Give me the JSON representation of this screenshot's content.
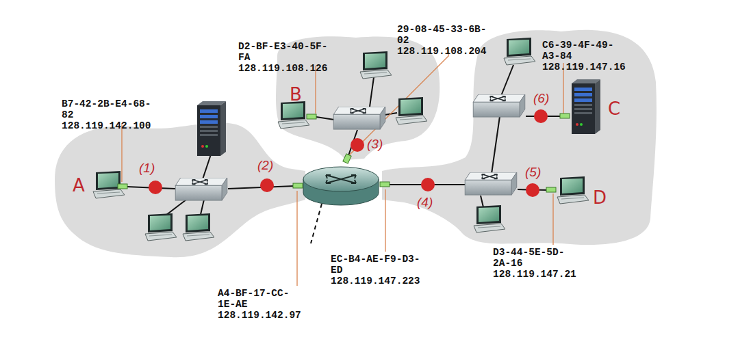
{
  "diagram": {
    "nodes": [
      {
        "text": [
          "A"
        ]
      },
      {
        "text": [
          "B"
        ]
      },
      {
        "text": [
          "C"
        ]
      },
      {
        "text": [
          "D"
        ]
      }
    ],
    "labels": [
      "B7-42-2B-E4-68-82 128.119.142.100",
      "D2-BF-E3-40-5F-FA 128.119.108.126",
      "29-08-45-33-6B-02 128.119.108.204",
      "C6-39-4F-49-A3-84 128.119.147.16",
      "A4-BF-17-CC-1E-AE 128.119.142.97",
      "EC-B4-AE-F9-D3-ED 128.119.147.223",
      "D3-44-5E-5D-2A-16 128.119.147.21",
      "(1)",
      "(2)",
      "(3)",
      "(4)",
      "(5)",
      "(6)"
    ]
  }
}
